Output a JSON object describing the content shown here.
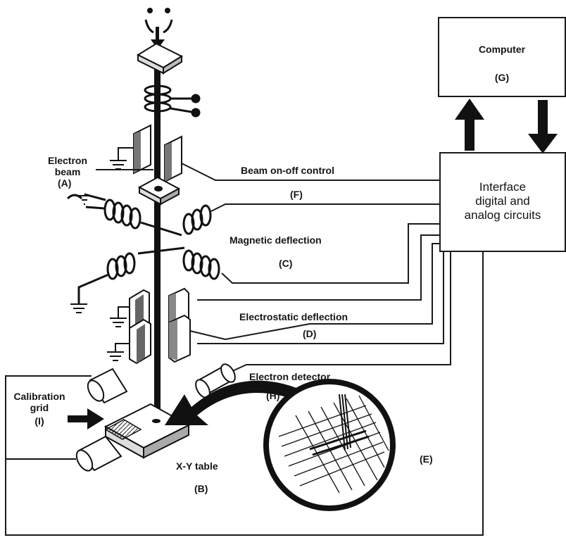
{
  "labels": {
    "electron_beam_line1": "Electron",
    "electron_beam_line2": "beam",
    "electron_beam_tag": "(A)",
    "beam_control": "Beam on-off control",
    "beam_control_tag": "(F)",
    "magnetic_deflection": "Magnetic deflection",
    "magnetic_deflection_tag": "(C)",
    "electrostatic_deflection": "Electrostatic deflection",
    "electrostatic_deflection_tag": "(D)",
    "electron_detector": "Electron detector",
    "electron_detector_tag": "(H)",
    "calibration_line1": "Calibration",
    "calibration_line2": "grid",
    "calibration_tag": "(I)",
    "xy_table": "X-Y table",
    "xy_table_tag": "(B)",
    "inset_tag": "(E)"
  },
  "computer": {
    "title": "Computer",
    "tag": "(G)"
  },
  "interface": {
    "line1": "Interface",
    "line2": "digital and",
    "line3": "analog circuits"
  },
  "colors": {
    "ink": "#141414",
    "background": "#ffffff"
  }
}
